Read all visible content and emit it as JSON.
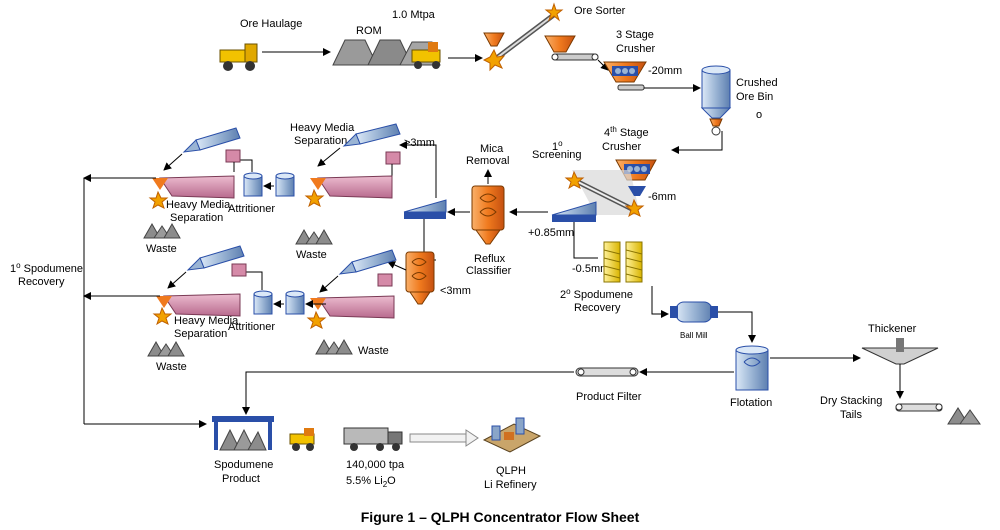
{
  "labels": {
    "ore_haulage": "Ore Haulage",
    "rom": "ROM",
    "mtpa": "1.0 Mtpa",
    "ore_sorter": "Ore Sorter",
    "stage3_a": "3 Stage",
    "stage3_b": "Crusher",
    "minus20": "-20mm",
    "crushed_a": "Crushed",
    "crushed_b": "Ore Bin",
    "stage4_a": "4",
    "stage4_sup": "th",
    "stage4_b": " Stage",
    "stage4_c": "Crusher",
    "screening_a": "1",
    "screening_deg": "o",
    "screening_b": "Screening",
    "minus6": "-6mm",
    "plus085": "+0.85mm",
    "minus05": "-0.5mm",
    "mica_a": "Mica",
    "mica_b": "Removal",
    "reflux_a": "Reflux",
    "reflux_b": "Classifier",
    "gt3": ">3mm",
    "lt3": "<3mm",
    "hms_top_a": "Heavy Media",
    "hms_top_b": "Separation",
    "hms_a": "Heavy Media",
    "hms_b": "Separation",
    "hms2_a": "Heavy Media",
    "hms2_b": "Separation",
    "attritioner": "Attritioner",
    "attritioner2": "Attritioner",
    "waste1": "Waste",
    "waste2": "Waste",
    "waste3": "Waste",
    "waste4": "Waste",
    "spod_rec_a": "1",
    "spod_rec_deg": "o",
    "spod_rec_b": " Spodumene",
    "spod_rec_c": "Recovery",
    "spod2_a": "2",
    "spod2_deg": "o",
    "spod2_b": " Spodumene",
    "spod2_c": "Recovery",
    "ball_mill": "Ball Mill",
    "thickener": "Thickener",
    "flotation": "Flotation",
    "product_filter": "Product Filter",
    "dry_a": "Dry Stacking",
    "dry_b": "Tails",
    "spod_product_a": "Spodumene",
    "spod_product_b": "Product",
    "tpa": "140,000 tpa",
    "li2o_a": "5.5% Li",
    "li2o_sub": "2",
    "li2o_b": "O",
    "qlph_a": "QLPH",
    "qlph_b": "Li Refinery",
    "degree_mark": "o"
  },
  "caption": "Figure 1 – QLPH Concentrator Flow Sheet",
  "colors": {
    "orange": "#f07a1e",
    "blue": "#2a4fa8",
    "steel": "#9ab4d4",
    "pink": "#d58aa8",
    "gray": "#8c8c8c",
    "yellow": "#f2d21a"
  }
}
